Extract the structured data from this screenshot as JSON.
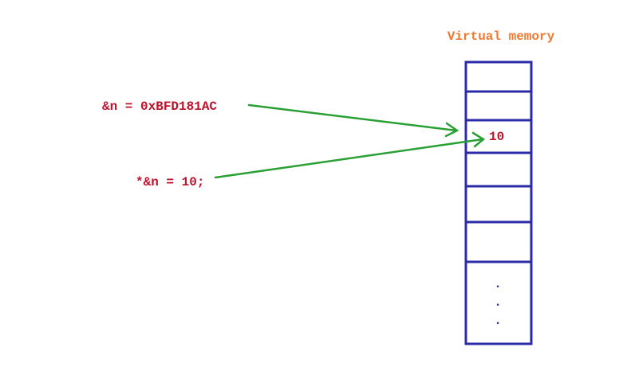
{
  "title": "Virtual memory",
  "expressions": {
    "address": "&n = 0xBFD181AC",
    "deref": "*&n = 10;"
  },
  "memory": {
    "stored_value": "10",
    "continuation_dots": [
      "·",
      "·",
      "·"
    ]
  },
  "colors": {
    "title": "#f07830",
    "code": "#c0102a",
    "cell_border": "#2b2ba8",
    "arrow": "#2aa034",
    "dots": "#2b2ba8"
  }
}
